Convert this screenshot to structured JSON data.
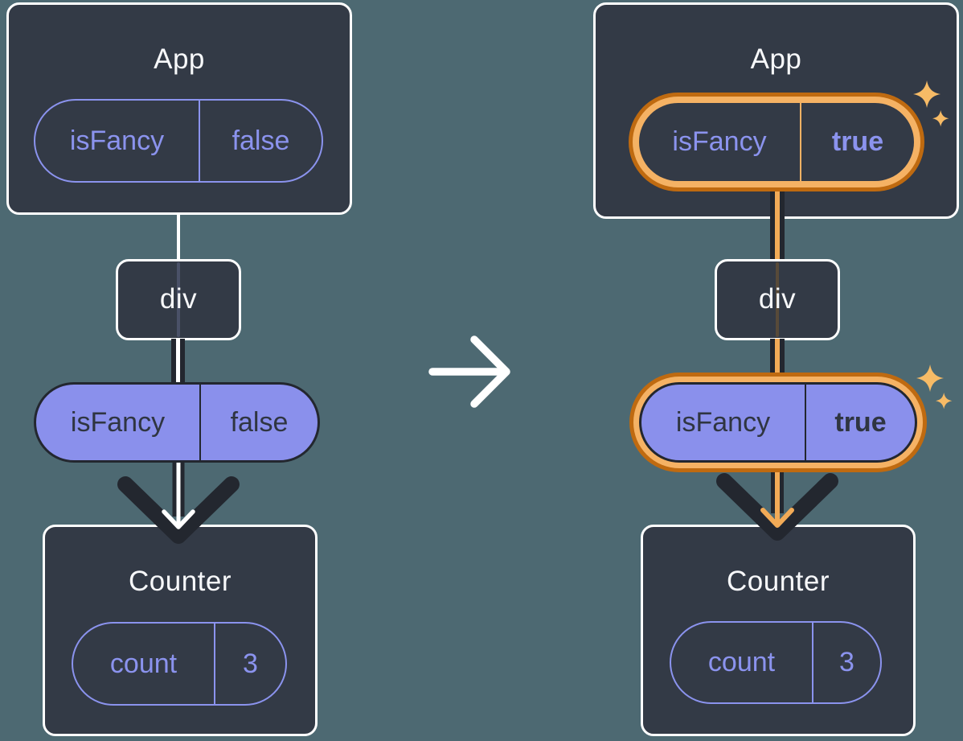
{
  "colors": {
    "background": "#4d6972",
    "box": "#333a46",
    "purple": "#8b93ee",
    "purple_fill": "#8a90ec",
    "dark": "#23272f",
    "orange_dark": "#bf6a10",
    "orange_light": "#f5b264",
    "orange_arrow": "#f2ab57",
    "sparkle": "#f7bb66",
    "white": "#ffffff"
  },
  "before": {
    "app": {
      "title": "App",
      "prop": {
        "name": "isFancy",
        "value": "false"
      }
    },
    "container": {
      "label": "div"
    },
    "passed_prop": {
      "name": "isFancy",
      "value": "false"
    },
    "counter": {
      "title": "Counter",
      "state": {
        "name": "count",
        "value": "3"
      }
    }
  },
  "after": {
    "app": {
      "title": "App",
      "prop": {
        "name": "isFancy",
        "value": "true"
      }
    },
    "container": {
      "label": "div"
    },
    "passed_prop": {
      "name": "isFancy",
      "value": "true"
    },
    "counter": {
      "title": "Counter",
      "state": {
        "name": "count",
        "value": "3"
      }
    }
  }
}
